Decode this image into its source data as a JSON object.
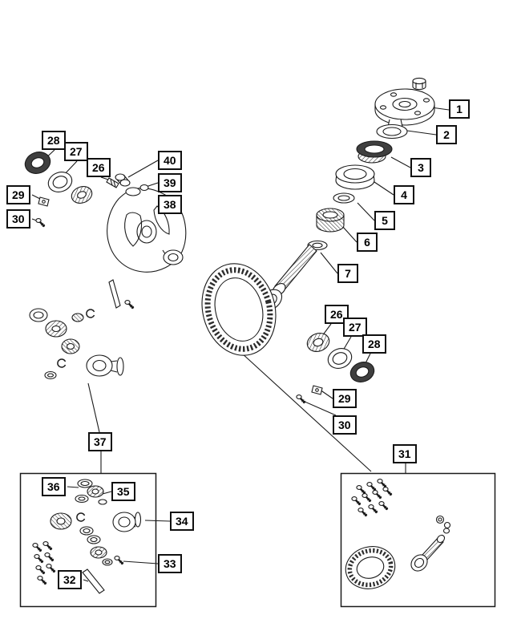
{
  "diagram": {
    "kind": "exploded-parts-diagram",
    "colors": {
      "background": "#ffffff",
      "line": "#1a1a1a",
      "dark_part": "#3f3f3f"
    },
    "callouts": [
      {
        "id": "callout-1",
        "label": "1"
      },
      {
        "id": "callout-2",
        "label": "2"
      },
      {
        "id": "callout-3",
        "label": "3"
      },
      {
        "id": "callout-4",
        "label": "4"
      },
      {
        "id": "callout-5",
        "label": "5"
      },
      {
        "id": "callout-6",
        "label": "6"
      },
      {
        "id": "callout-7",
        "label": "7"
      },
      {
        "id": "callout-28-left",
        "label": "28"
      },
      {
        "id": "callout-27-left",
        "label": "27"
      },
      {
        "id": "callout-26-left",
        "label": "26"
      },
      {
        "id": "callout-29-left",
        "label": "29"
      },
      {
        "id": "callout-30-left",
        "label": "30"
      },
      {
        "id": "callout-40",
        "label": "40"
      },
      {
        "id": "callout-39",
        "label": "39"
      },
      {
        "id": "callout-38",
        "label": "38"
      },
      {
        "id": "callout-26-right",
        "label": "26"
      },
      {
        "id": "callout-27-right",
        "label": "27"
      },
      {
        "id": "callout-28-right",
        "label": "28"
      },
      {
        "id": "callout-29-right",
        "label": "29"
      },
      {
        "id": "callout-30-right",
        "label": "30"
      },
      {
        "id": "callout-37",
        "label": "37"
      },
      {
        "id": "callout-36",
        "label": "36"
      },
      {
        "id": "callout-35",
        "label": "35"
      },
      {
        "id": "callout-34",
        "label": "34"
      },
      {
        "id": "callout-33",
        "label": "33"
      },
      {
        "id": "callout-32",
        "label": "32"
      },
      {
        "id": "callout-31",
        "label": "31"
      }
    ]
  }
}
